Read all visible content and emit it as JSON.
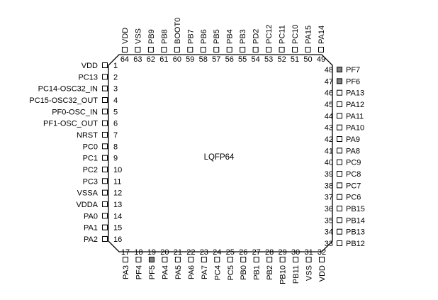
{
  "package": {
    "label": "LQFP64"
  },
  "colors": {
    "line": "#000000",
    "pad_fill": "#ffffff",
    "highlight_pad_fill": "#808080"
  },
  "highlighted_pins": [
    19,
    47,
    48
  ],
  "pins": [
    {
      "num": 1,
      "name": "VDD"
    },
    {
      "num": 2,
      "name": "PC13"
    },
    {
      "num": 3,
      "name": "PC14-OSC32_IN"
    },
    {
      "num": 4,
      "name": "PC15-OSC32_OUT"
    },
    {
      "num": 5,
      "name": "PF0-OSC_IN"
    },
    {
      "num": 6,
      "name": "PF1-OSC_OUT"
    },
    {
      "num": 7,
      "name": "NRST"
    },
    {
      "num": 8,
      "name": "PC0"
    },
    {
      "num": 9,
      "name": "PC1"
    },
    {
      "num": 10,
      "name": "PC2"
    },
    {
      "num": 11,
      "name": "PC3"
    },
    {
      "num": 12,
      "name": "VSSA"
    },
    {
      "num": 13,
      "name": "VDDA"
    },
    {
      "num": 14,
      "name": "PA0"
    },
    {
      "num": 15,
      "name": "PA1"
    },
    {
      "num": 16,
      "name": "PA2"
    },
    {
      "num": 17,
      "name": "PA3"
    },
    {
      "num": 18,
      "name": "PF4"
    },
    {
      "num": 19,
      "name": "PF5"
    },
    {
      "num": 20,
      "name": "PA4"
    },
    {
      "num": 21,
      "name": "PA5"
    },
    {
      "num": 22,
      "name": "PA6"
    },
    {
      "num": 23,
      "name": "PA7"
    },
    {
      "num": 24,
      "name": "PC4"
    },
    {
      "num": 25,
      "name": "PC5"
    },
    {
      "num": 26,
      "name": "PB0"
    },
    {
      "num": 27,
      "name": "PB1"
    },
    {
      "num": 28,
      "name": "PB2"
    },
    {
      "num": 29,
      "name": "PB10"
    },
    {
      "num": 30,
      "name": "PB11"
    },
    {
      "num": 31,
      "name": "VSS"
    },
    {
      "num": 32,
      "name": "VDD"
    },
    {
      "num": 33,
      "name": "PB12"
    },
    {
      "num": 34,
      "name": "PB13"
    },
    {
      "num": 35,
      "name": "PB14"
    },
    {
      "num": 36,
      "name": "PB15"
    },
    {
      "num": 37,
      "name": "PC6"
    },
    {
      "num": 38,
      "name": "PC7"
    },
    {
      "num": 39,
      "name": "PC8"
    },
    {
      "num": 40,
      "name": "PC9"
    },
    {
      "num": 41,
      "name": "PA8"
    },
    {
      "num": 42,
      "name": "PA9"
    },
    {
      "num": 43,
      "name": "PA10"
    },
    {
      "num": 44,
      "name": "PA11"
    },
    {
      "num": 45,
      "name": "PA12"
    },
    {
      "num": 46,
      "name": "PA13"
    },
    {
      "num": 47,
      "name": "PF6"
    },
    {
      "num": 48,
      "name": "PF7"
    },
    {
      "num": 49,
      "name": "PA14"
    },
    {
      "num": 50,
      "name": "PA15"
    },
    {
      "num": 51,
      "name": "PC10"
    },
    {
      "num": 52,
      "name": "PC11"
    },
    {
      "num": 53,
      "name": "PC12"
    },
    {
      "num": 54,
      "name": "PD2"
    },
    {
      "num": 55,
      "name": "PB3"
    },
    {
      "num": 56,
      "name": "PB4"
    },
    {
      "num": 57,
      "name": "PB5"
    },
    {
      "num": 58,
      "name": "PB6"
    },
    {
      "num": 59,
      "name": "PB7"
    },
    {
      "num": 60,
      "name": "BOOT0"
    },
    {
      "num": 61,
      "name": "PB8"
    },
    {
      "num": 62,
      "name": "PB9"
    },
    {
      "num": 63,
      "name": "VSS"
    },
    {
      "num": 64,
      "name": "VDD"
    }
  ]
}
